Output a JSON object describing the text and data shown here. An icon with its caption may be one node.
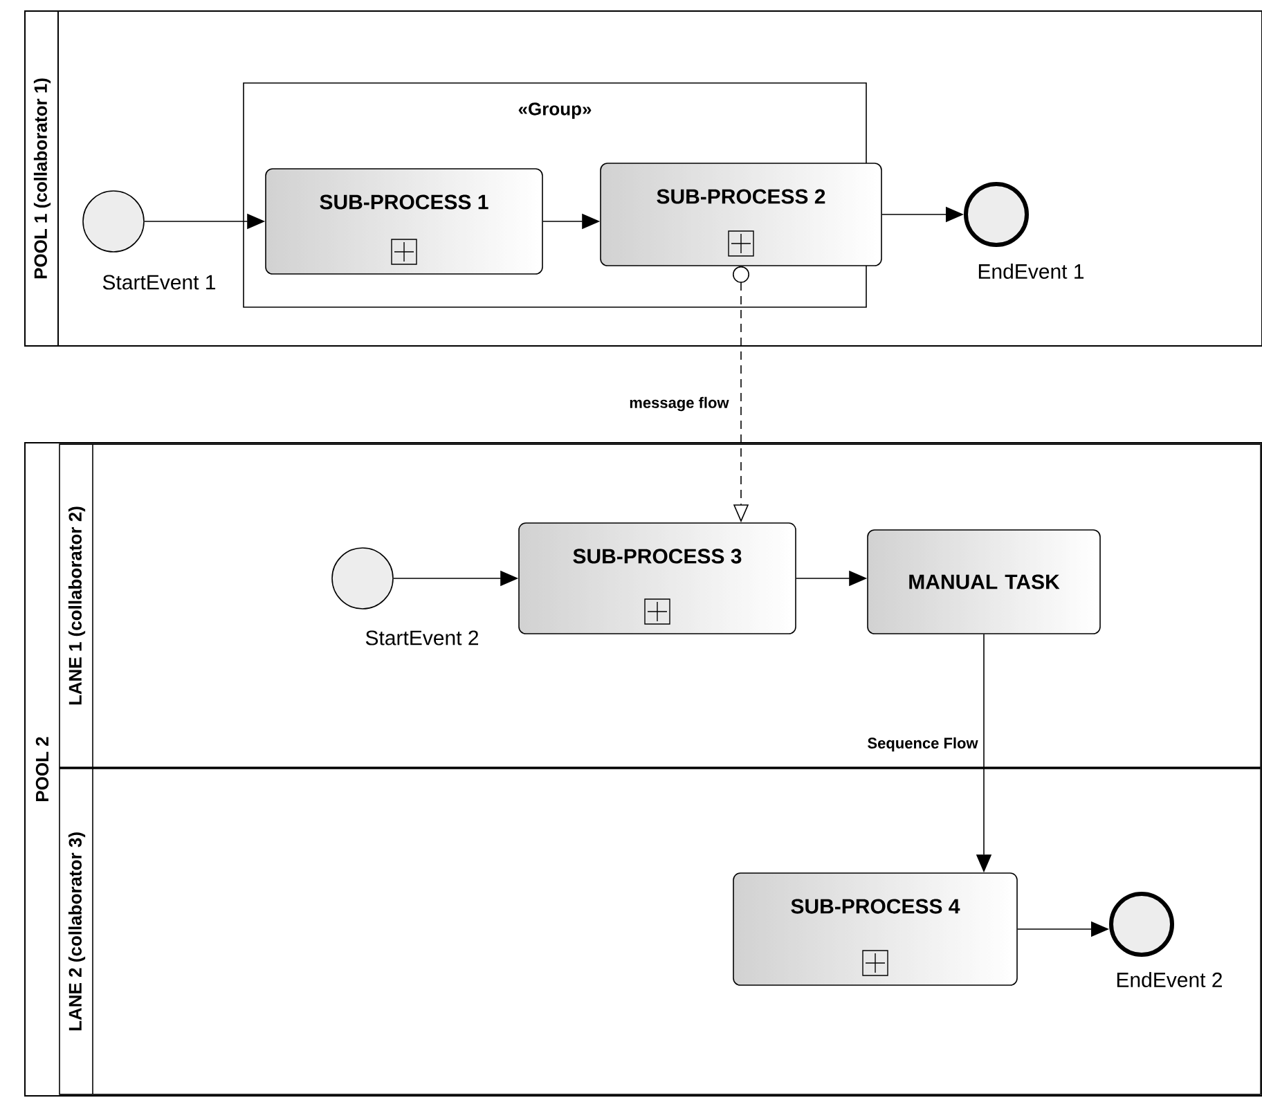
{
  "diagram": {
    "nodes": [
      {
        "text": [
          "POOL 1 (collaborator 1)"
        ]
      },
      {
        "text": [
          "«Group»"
        ],
        "in": 0
      },
      {
        "text": [],
        "shape": "circle",
        "beside": [
          "StartEvent 1"
        ],
        "in": 0
      },
      {
        "text": [
          "SUB-PROCESS 1"
        ],
        "in": 1
      },
      {
        "text": [
          "SUB-PROCESS 2"
        ],
        "in": 1
      },
      {
        "text": [],
        "shape": "circle",
        "beside": [
          "EndEvent 1"
        ],
        "in": 0
      },
      {
        "text": [
          "POOL 2"
        ]
      },
      {
        "text": [
          "LANE 1 (collaborator 2)"
        ],
        "in": 6
      },
      {
        "text": [],
        "shape": "circle",
        "beside": [
          "StartEvent 2"
        ],
        "in": 7
      },
      {
        "text": [
          "SUB-PROCESS 3"
        ],
        "in": 7
      },
      {
        "text": [
          "MANUAL TASK"
        ],
        "in": 7
      },
      {
        "text": [
          "LANE 2 (collaborator 3)"
        ],
        "in": 6
      },
      {
        "text": [
          "SUB-PROCESS 4"
        ],
        "in": 11
      },
      {
        "text": [],
        "shape": "circle",
        "beside": [
          "EndEvent 2"
        ],
        "in": 11
      }
    ],
    "edges": [
      {
        "from": 2,
        "to": 3,
        "arrow": "to"
      },
      {
        "from": 3,
        "to": 4,
        "arrow": "to"
      },
      {
        "from": 4,
        "to": 5,
        "arrow": "to"
      },
      {
        "from": 4,
        "to": 9,
        "arrow": "to",
        "style": "dashed",
        "label": "message flow"
      },
      {
        "from": 8,
        "to": 9,
        "arrow": "to"
      },
      {
        "from": 9,
        "to": 10,
        "arrow": "to"
      },
      {
        "from": 10,
        "to": 12,
        "arrow": "to",
        "label": "Sequence Flow"
      },
      {
        "from": 12,
        "to": 13,
        "arrow": "to"
      }
    ]
  }
}
